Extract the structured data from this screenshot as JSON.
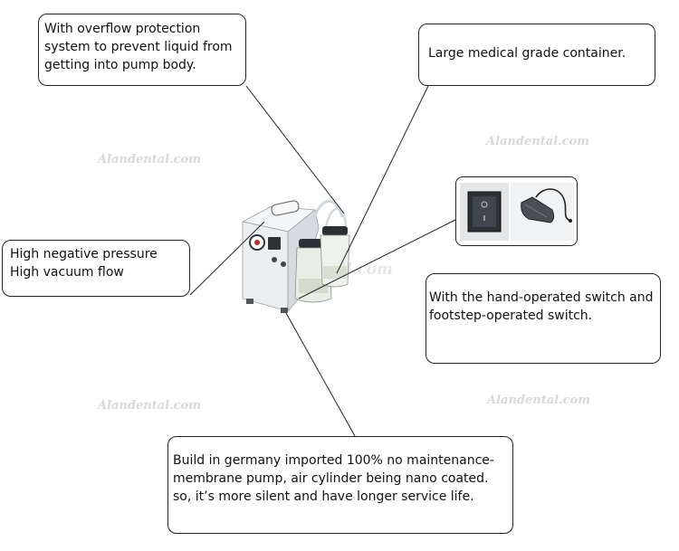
{
  "callouts": {
    "overflow": " With overflow protection system to prevent liquid from getting into pump body.",
    "container": "Large medical grade container.",
    "pressure_line1": "High negative pressure",
    "pressure_line2": "High vacuum flow",
    "switch": "With the hand-operated switch and footstep-operated switch.",
    "pump": " Build in germany imported 100% no maintenance-membrane pump, air cylinder being nano coated. so, it’s more silent and have longer service life."
  },
  "watermark": "Alandental.com",
  "icons": {
    "device": "suction-unit-icon",
    "hand_switch": "rocker-switch-icon",
    "foot_switch": "foot-pedal-icon"
  },
  "colors": {
    "text": "#111111",
    "border": "#222222",
    "watermark": "#d8d8d8",
    "device_body": "#e9ecef",
    "jar_cap": "#2b2f34"
  }
}
